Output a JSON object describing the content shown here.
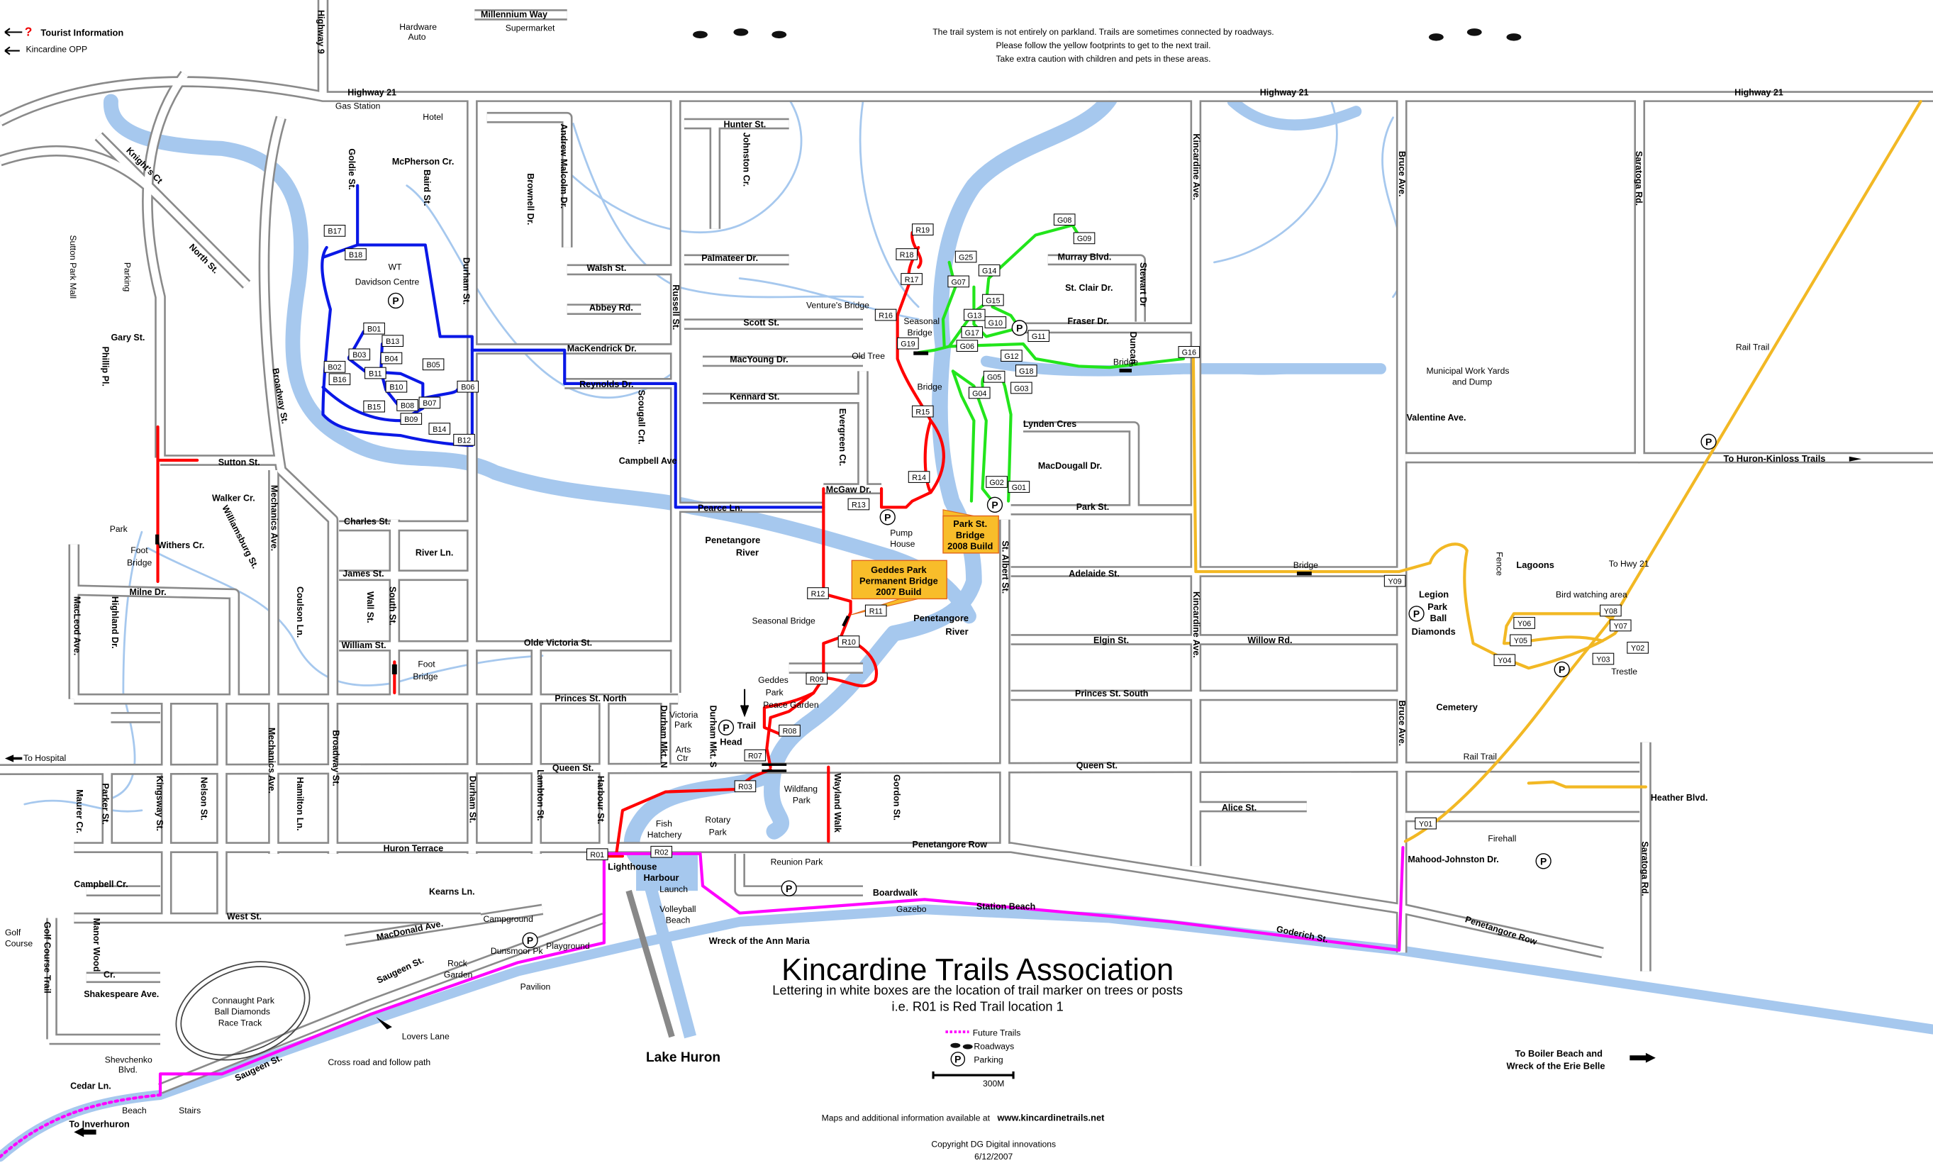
{
  "colors": {
    "blue_trail": "#0a18e6",
    "red_trail": "#ff0000",
    "green_trail": "#22e51b",
    "yellow_trail": "#f2b824",
    "future_trail": "#ff00ff",
    "river": "#a6c8ee",
    "road": "#8a8a8a",
    "callout": "#f8bd2a"
  },
  "header": {
    "tourist_info": "Tourist Information",
    "opp": "Kincardine OPP",
    "note_lines": [
      "The trail system is not entirely on parkland. Trails are sometimes connected by roadways.",
      "Please follow the yellow footprints to get to the next trail.",
      "Take extra caution with children and pets in these areas."
    ]
  },
  "title": "Kincardine Trails Association",
  "subtitle_lines": [
    "Lettering in white boxes are the location of trail marker on trees or posts",
    "i.e. R01 is Red Trail location 1"
  ],
  "legend": {
    "future_trails": "Future Trails",
    "roadways": "Roadways",
    "parking": "Parking",
    "scale": "300M"
  },
  "footer": {
    "info_prefix": "Maps and additional information available at ",
    "url": "www.kincardinetrails.net",
    "copyright": "Copyright DG Digital innovations",
    "date": "6/12/2007"
  },
  "parking_symbol": "P",
  "callouts": {
    "park_st_bridge": [
      "Park St.",
      "Bridge",
      "2008 Build"
    ],
    "geddes_bridge": [
      "Geddes Park",
      "Permanent Bridge",
      "2007 Build"
    ]
  },
  "streets": {
    "hwy9": "Highway 9",
    "hwy21_w": "Highway 21",
    "hwy21_c": "Highway 21",
    "hwy21_e": "Highway 21",
    "millennium": "Millennium Way",
    "mcpherson": "McPherson Cr.",
    "goldie": "Goldie St.",
    "baird": "Baird St.",
    "knights": "Knight's Ct",
    "north": "North St.",
    "durham_n": "Durham St.",
    "andrew": "Andrew Malcolm Dr.",
    "brownell": "Brownell Dr.",
    "walsh": "Walsh St.",
    "abbey": "Abbey Rd.",
    "mackendrick": "MacKendrick Dr.",
    "reynolds": "Reynolds Dr.",
    "russell": "Russell St.",
    "scougall": "Scougall Crt.",
    "campbell_ave": "Campbell Ave",
    "hunter": "Hunter St.",
    "johnston": "Johnston Cr.",
    "palmateer": "Palmateer Dr.",
    "scott": "Scott St.",
    "macyoung": "MacYoung Dr.",
    "kennard": "Kennard St.",
    "evergreen": "Evergreen Ct.",
    "mcgaw": "McGaw Dr.",
    "pearce": "Pearce Ln.",
    "murray": "Murray Blvd.",
    "stclair": "St. Clair Dr.",
    "stewart": "Stewart Dr",
    "fraser": "Fraser Dr.",
    "duncan": "Duncan",
    "lynden": "Lynden Cres",
    "macdougall": "MacDougall Dr.",
    "park_st": "Park St.",
    "adelaide": "Adelaide St.",
    "elgin": "Elgin St.",
    "willow": "Willow Rd.",
    "princes_s": "Princes St. South",
    "queen_e": "Queen St.",
    "alice": "Alice St.",
    "st_albert": "St. Albert St.",
    "kincardine_n": "Kincardine Ave.",
    "kincardine_s": "Kincardine Ave.",
    "bruce_n": "Bruce Ave.",
    "bruce_s": "Bruce Ave.",
    "saratoga_n": "Saratoga Rd.",
    "saratoga_s": "Saratoga Rd.",
    "valentine": "Valentine Ave.",
    "heather": "Heather Blvd.",
    "mahood": "Mahood-Johnston Dr.",
    "penetangore_row": "Penetangore Row",
    "penetangore_row_e": "Penetangore Row",
    "goderich": "Goderich St.",
    "boardwalk": "Boardwalk",
    "station_beach": "Station Beach",
    "gary": "Gary St.",
    "phillip": "Phillip Pl.",
    "sutton": "Sutton St.",
    "broadway_n": "Broadway St.",
    "walker": "Walker Cr.",
    "withers": "Withers Cr.",
    "williamsburg": "Williamsburg St.",
    "mechanics_n": "Mechanics Ave.",
    "charles": "Charles St.",
    "river_ln": "River Ln.",
    "james": "James St.",
    "wall": "Wall St.",
    "south": "South St.",
    "coulson": "Coulson Ln.",
    "william": "William St.",
    "milne": "Milne Dr.",
    "macleod": "MacLeod Ave.",
    "highland": "Highland Dr.",
    "olde_victoria": "Olde Victoria St.",
    "princes_n": "Princes St. North",
    "durham_mkt_n": "Durham Mkt. N",
    "durham_mkt_s": "Durham Mkt. S",
    "queen_w": "Queen St.",
    "harbour": "Harbour St.",
    "lambton": "Lambton St.",
    "durham_s": "Durham St.",
    "broadway_s": "Broadway St.",
    "hamilton": "Hamilton Ln.",
    "mechanics_s": "Mechanics Ave.",
    "nelson": "Nelson St.",
    "kingsway": "Kingsway St.",
    "parker": "Parker St.",
    "maurer": "Maurer Cr.",
    "huron_terrace": "Huron Terrace",
    "kearns": "Kearns Ln.",
    "west": "West St.",
    "macdonald": "MacDonald Ave.",
    "saugeen_n": "Saugeen St.",
    "saugeen_s": "Saugeen St.",
    "campbell_cr": "Campbell Cr.",
    "manor_wood": "Manor Wood",
    "manor_cr": "Cr.",
    "shakespeare": "Shakespeare Ave.",
    "shevchenko": [
      "Shevchenko",
      "Blvd."
    ],
    "cedar": "Cedar Ln.",
    "golf_trail": "Golf Course Trail",
    "wayland": "Wayland Walk",
    "gordon": "Gordon St."
  },
  "places": {
    "hardware": [
      "Hardware",
      "Auto"
    ],
    "supermarket": "Supermarket",
    "gas": "Gas Station",
    "hotel": "Hotel",
    "parking_lot": "Parking",
    "sutton_mall": "Sutton Park Mall",
    "davidson": "Davidson Centre",
    "wt": "WT",
    "ventures": "Venture's Bridge",
    "seasonal1": [
      "Seasonal",
      "Bridge"
    ],
    "old_tree": "Old Tree",
    "bridge1": "Bridge",
    "bridge2": "Bridge",
    "pump": [
      "Pump",
      "House"
    ],
    "river1": [
      "Penetangore",
      "River"
    ],
    "river2": [
      "Penetangore",
      "River"
    ],
    "seasonal2": "Seasonal Bridge",
    "geddes": [
      "Geddes",
      "Park"
    ],
    "peace": "Peace Garden",
    "victoria": [
      "Victoria",
      "Park"
    ],
    "arts": [
      "Arts",
      "Ctr"
    ],
    "trail_head": [
      "Trail",
      "Head"
    ],
    "wildfang": [
      "Wildfang",
      "Park"
    ],
    "fish": [
      "Fish",
      "Hatchery"
    ],
    "rotary": [
      "Rotary",
      "Park"
    ],
    "lighthouse": "Lighthouse",
    "harbour": "Harbour",
    "launch": "Launch",
    "volleyball": [
      "Volleyball",
      "Beach"
    ],
    "reunion": "Reunion Park",
    "gazebo": "Gazebo",
    "ann_maria": "Wreck of the Ann Maria",
    "campground": "Campground",
    "playground": "Playground",
    "dunsmoor": "Dunsmoor Pk",
    "rock_garden": [
      "Rock",
      "Garden"
    ],
    "pavilion": "Pavilion",
    "lovers": "Lovers Lane",
    "cross_road": "Cross road and follow path",
    "connaught": [
      "Connaught Park",
      "Ball Diamonds",
      "Race Track"
    ],
    "golf_course": [
      "Golf",
      "Course"
    ],
    "beach": "Beach",
    "stairs": "Stairs",
    "inverhuron": "To Inverhuron",
    "lake_huron": "Lake Huron",
    "park": "Park",
    "foot_bridge1": [
      "Foot",
      "Bridge"
    ],
    "foot_bridge2": [
      "Foot",
      "Bridge"
    ],
    "hospital": "To Hospital",
    "municipal": [
      "Municipal Work Yards",
      "and Dump"
    ],
    "rail_trail1": "Rail Trail",
    "rail_trail2": "Rail Trail",
    "huron_kinloss": "To Huron-Kinloss Trails",
    "bridge3": "Bridge",
    "lagoons": "Lagoons",
    "to_hwy21": "To Hwy 21",
    "bird": "Bird watching area",
    "legion": [
      "Legion",
      "Park",
      "Ball",
      "Diamonds"
    ],
    "fence": "Fence",
    "trestle": "Trestle",
    "cemetery": "Cemetery",
    "firehall": "Firehall",
    "boiler": [
      "To Boiler Beach and",
      "Wreck of the Erie Belle"
    ]
  },
  "markers": {
    "blue": [
      "B17",
      "B18",
      "B01",
      "B13",
      "B03",
      "B04",
      "B02",
      "B16",
      "B11",
      "B10",
      "B05",
      "B06",
      "B07",
      "B08",
      "B09",
      "B15",
      "B14",
      "B12"
    ],
    "red": [
      "R19",
      "R18",
      "R17",
      "R16",
      "R15",
      "R14",
      "R13",
      "R12",
      "R11",
      "R10",
      "R09",
      "R08",
      "R07",
      "R03",
      "R02",
      "R01"
    ],
    "green": [
      "G08",
      "G09",
      "G25",
      "G14",
      "G07",
      "G15",
      "G13",
      "G10",
      "G17",
      "G06",
      "G19",
      "G12",
      "G18",
      "G05",
      "G04",
      "G03",
      "G11",
      "G02",
      "G01",
      "G16"
    ],
    "yellow": [
      "Y09",
      "Y08",
      "Y06",
      "Y07",
      "Y05",
      "Y02",
      "Y03",
      "Y04",
      "Y01"
    ]
  }
}
